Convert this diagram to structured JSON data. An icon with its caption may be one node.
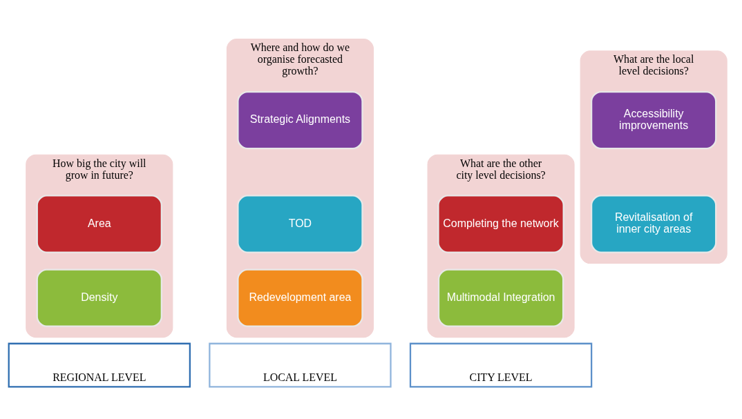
{
  "diagram": {
    "nodes": [
      {
        "text": [
          "How big the city will grow in future?"
        ]
      },
      {
        "text": [
          "Area"
        ],
        "in": 0
      },
      {
        "text": [
          "Density"
        ],
        "in": 0
      },
      {
        "text": [
          "Where and how do we organise forecasted growth?"
        ]
      },
      {
        "text": [
          "Strategic Alignments"
        ],
        "in": 3
      },
      {
        "text": [
          "TOD"
        ],
        "in": 3
      },
      {
        "text": [
          "Redevelopment area"
        ],
        "in": 3
      },
      {
        "text": [
          "What are the other city level decisions?"
        ]
      },
      {
        "text": [
          "Completing the network"
        ],
        "in": 7
      },
      {
        "text": [
          "Multimodal Integration"
        ],
        "in": 7
      },
      {
        "text": [
          "What are the local level decisions?"
        ]
      },
      {
        "text": [
          "Accessibility improvements"
        ],
        "in": 10
      },
      {
        "text": [
          "Revitalisation of inner city areas"
        ],
        "in": 10
      }
    ],
    "edges": [],
    "labels": [
      "REGIONAL LEVEL",
      "LOCAL LEVEL",
      "CITY LEVEL"
    ]
  }
}
